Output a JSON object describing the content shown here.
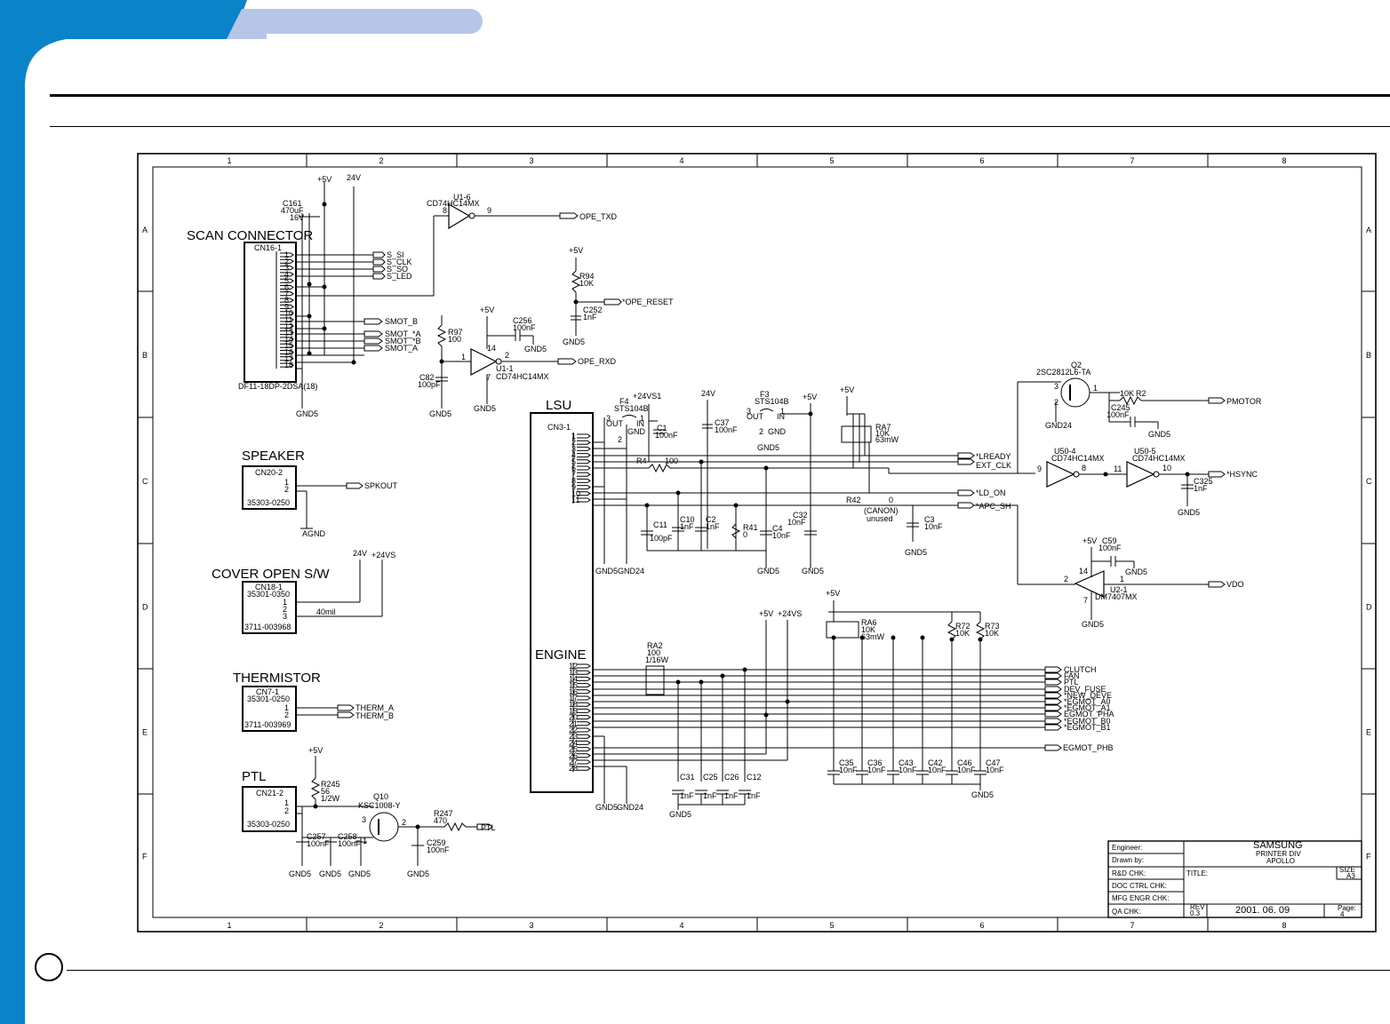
{
  "colors": {
    "blue": "#0a83c8",
    "tab": "#b7c5e8",
    "ink": "#000000"
  },
  "grid": {
    "cols": [
      "1",
      "2",
      "3",
      "4",
      "5",
      "6",
      "7",
      "8"
    ],
    "rows": [
      "A",
      "B",
      "C",
      "D",
      "E",
      "F"
    ]
  },
  "blocks": {
    "scan": {
      "title": "SCAN  CONNECTOR",
      "ref": "CN16-1",
      "part": "DF11-18DP-2DSA(18)",
      "pins": [
        "1",
        "2",
        "3",
        "4",
        "5",
        "6",
        "7",
        "8",
        "9",
        "10",
        "11",
        "12",
        "13",
        "14",
        "15",
        "16",
        "17",
        "18"
      ],
      "sigs": [
        "S_SI",
        "S_CLK",
        "S_SO",
        "S_LED"
      ],
      "smot": [
        "SMOT_B",
        "SMOT_*A",
        "SMOT_*B",
        "SMOT_A"
      ],
      "cap": [
        "C161",
        "470uF",
        "16V"
      ],
      "p5v": "+5V",
      "p24v": "24V",
      "gnd": "GND5"
    },
    "speaker": {
      "title": "SPEAKER",
      "ref": "CN20-2",
      "part": "35303-0250",
      "pins": [
        "1",
        "2"
      ],
      "net": "SPKOUT",
      "gnd": "AGND"
    },
    "cover": {
      "title": "COVER  OPEN  S/W",
      "ref": "CN18-1",
      "part1": "35301-0350",
      "part2": "3711-003968",
      "pins": [
        "1",
        "2",
        "3"
      ],
      "net": "40mil",
      "v24": "24V",
      "v24s": "+24VS"
    },
    "thermistor": {
      "title": "THERMISTOR",
      "ref": "CN7-1",
      "part1": "35301-0250",
      "part2": "3711-003969",
      "pins": [
        "1",
        "2"
      ],
      "nets": [
        "THERM_A",
        "THERM_B"
      ]
    },
    "ptl": {
      "title": "PTL",
      "ref": "CN21-2",
      "part": "35303-0250",
      "pins": [
        "1",
        "2"
      ],
      "p5v": "+5V",
      "r245": [
        "R245",
        "56",
        "1/2W"
      ],
      "q": [
        "Q10",
        "KSC1008-Y"
      ],
      "r247": [
        "R247",
        "470"
      ],
      "net": "PTL",
      "caps": [
        [
          "C257",
          "100nF"
        ],
        [
          "C258",
          "100nF"
        ],
        [
          "C259",
          "100nF"
        ]
      ],
      "gnd": "GND5",
      "pin_b": "1",
      "pin_c": "3",
      "pin_e": "2"
    },
    "ope": {
      "u1": [
        "U1-6",
        "CD74HC14MX"
      ],
      "txd": "OPE_TXD",
      "p8": "8",
      "p9": "9",
      "r94": [
        "R94",
        "10K"
      ],
      "c252": [
        "C252",
        "1nF"
      ],
      "reset": "*OPE_RESET",
      "p5v": "+5V",
      "gnd": "GND5",
      "c256": [
        "C256",
        "100nF"
      ],
      "r97": [
        "R97",
        "100"
      ],
      "c82": [
        "C82",
        "100pF"
      ],
      "u1b": [
        "U1-1",
        "CD74HC14MX"
      ],
      "rxd": "OPE_RXD",
      "p1": "1",
      "p2": "2",
      "p14": "14",
      "p7": "7"
    },
    "lsu": {
      "title": "LSU",
      "ref": "CN3-1",
      "pins": [
        "1",
        "2",
        "3",
        "4",
        "5",
        "6",
        "7",
        "8",
        "9",
        "10",
        "11"
      ],
      "f4": [
        "F4",
        "STS104B"
      ],
      "f3": [
        "F3",
        "STS104B"
      ],
      "out": "OUT",
      "in": "IN",
      "gnd_l": "GND",
      "pin3": "3",
      "pin1": "1",
      "pin2": "2",
      "p24vs1": "+24VS1",
      "v24": "24V",
      "p5v": "+5V",
      "c1": [
        "C1",
        "100nF"
      ],
      "c37": [
        "C37",
        "100nF"
      ],
      "ra7": [
        "RA7",
        "10K",
        "63mW"
      ],
      "r4": [
        "R4",
        "100"
      ],
      "ready": "*LREADY",
      "extclk": "EXT_CLK",
      "r42": [
        "R42",
        "0"
      ],
      "canon": "(CANON)",
      "unused": "unused",
      "ldon": "*LD_ON",
      "apcsh": "*APC_SH",
      "c11": [
        "C11",
        "100pF"
      ],
      "c10": [
        "C10",
        "1nF"
      ],
      "c2": [
        "C2",
        "1nF"
      ],
      "r41": [
        "R41",
        "0"
      ],
      "c4": [
        "C4",
        "10nF"
      ],
      "c32": [
        "C32",
        "10nF"
      ],
      "c3": [
        "C3",
        "10nF"
      ],
      "gnd5": "GND5",
      "gnd24": "GND24"
    },
    "motor": {
      "q2": [
        "Q2",
        "2SC2812L6-TA"
      ],
      "r2": [
        "10K",
        "R2"
      ],
      "c245": [
        "C245",
        "100nF"
      ],
      "pmotor": "PMOTOR",
      "u50a": [
        "U50-4",
        "CD74HC14MX"
      ],
      "u50b": [
        "U50-5",
        "CD74HC14MX"
      ],
      "c325": [
        "C325",
        "1nF"
      ],
      "hsync": "*HSYNC",
      "p9": "9",
      "p8": "8",
      "p11": "11",
      "p10": "10",
      "u2": [
        "U2-1",
        "DM7407MX"
      ],
      "c59": [
        "+5V",
        "C59",
        "100nF"
      ],
      "vdo": "VDO",
      "p14": "14",
      "p7": "7",
      "p2": "2",
      "p1": "1",
      "q3": "3",
      "q1": "1",
      "q2p": "2",
      "gnd5": "GND5",
      "gnd24": "GND24"
    },
    "engine": {
      "title": "ENGINE",
      "pins": [
        "12",
        "13",
        "14",
        "15",
        "16",
        "17",
        "18",
        "19",
        "20",
        "21",
        "22",
        "23",
        "24",
        "25",
        "26",
        "27",
        "28"
      ],
      "ra2": [
        "RA2",
        "100",
        "1/16W"
      ],
      "p5v": "+5V",
      "p24vs": "+24VS",
      "ra6": [
        "RA6",
        "10K",
        "63mW"
      ],
      "r72": [
        "R72",
        "10K"
      ],
      "r73": [
        "R73",
        "10K"
      ],
      "nets": [
        "CLUTCH",
        "FAN",
        "PTL",
        "DEV_FUSE",
        "*NEW_DEVE",
        "*EGMOT_A0",
        "*EGMOT_A1",
        "EGMOT_PHA",
        "*EGMOT_B0",
        "*EGMOT_B1"
      ],
      "phb": "EGMOT_PHB",
      "caps_low": [
        [
          "C31",
          "1nF"
        ],
        [
          "C25",
          "1nF"
        ],
        [
          "C26",
          "1nF"
        ],
        [
          "C12",
          "1nF"
        ]
      ],
      "caps_right": [
        [
          "C35",
          "10nF"
        ],
        [
          "C36",
          "10nF"
        ],
        [
          "C43",
          "10nF"
        ],
        [
          "C42",
          "10nF"
        ],
        [
          "C46",
          "10nF"
        ],
        [
          "C47",
          "10nF"
        ]
      ],
      "gnd5": "GND5",
      "gnd24": "GND24"
    }
  },
  "titleblock": {
    "labels": [
      "Engineer:",
      "Drawn by:",
      "R&D CHK:",
      "DOC CTRL CHK:",
      "MFG ENGR CHK:",
      "QA CHK:"
    ],
    "company": "SAMSUNG",
    "division": "PRINTER DIV",
    "project": "APOLLO",
    "title_label": "TITLE:",
    "size_label": "SIZE",
    "size": "A3",
    "rev_label": "REV",
    "rev": "0.3",
    "date": "2001. 06. 09",
    "page_label": "Page:",
    "page": "4"
  }
}
